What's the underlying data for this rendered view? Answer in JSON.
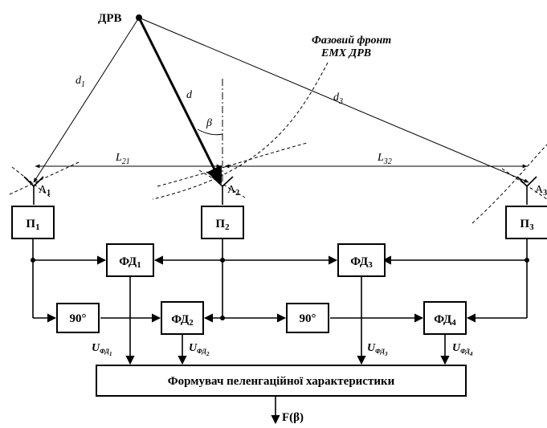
{
  "source_label": "ДРВ",
  "phase_front_line1": "Фазовий фронт",
  "phase_front_line2": "ЕМХ ДРВ",
  "distances": {
    "d1": "d",
    "d1_sub": "1",
    "d": "d",
    "d3": "d",
    "d3_sub": "3"
  },
  "angle": "β",
  "baselines": {
    "L21": "L",
    "L21_sub": "21",
    "L32": "L",
    "L32_sub": "32"
  },
  "antennas": [
    {
      "name": "A",
      "sub": "1"
    },
    {
      "name": "A",
      "sub": "2"
    },
    {
      "name": "A",
      "sub": "3"
    }
  ],
  "receivers": [
    {
      "name": "П",
      "sub": "1"
    },
    {
      "name": "П",
      "sub": "2"
    },
    {
      "name": "П",
      "sub": "3"
    }
  ],
  "phase_detectors": [
    {
      "name": "ФД",
      "sub": "1"
    },
    {
      "name": "ФД",
      "sub": "2"
    },
    {
      "name": "ФД",
      "sub": "3"
    },
    {
      "name": "ФД",
      "sub": "4"
    }
  ],
  "shifter_label": "90°",
  "voltages": [
    {
      "name": "U",
      "sub": "ФД",
      "idx": "1"
    },
    {
      "name": "U",
      "sub": "ФД",
      "idx": "2"
    },
    {
      "name": "U",
      "sub": "ФД",
      "idx": "3"
    },
    {
      "name": "U",
      "sub": "ФД",
      "idx": "4"
    }
  ],
  "former_label": "Формувач пеленгаційної характеристики",
  "output_label": "F(β)"
}
